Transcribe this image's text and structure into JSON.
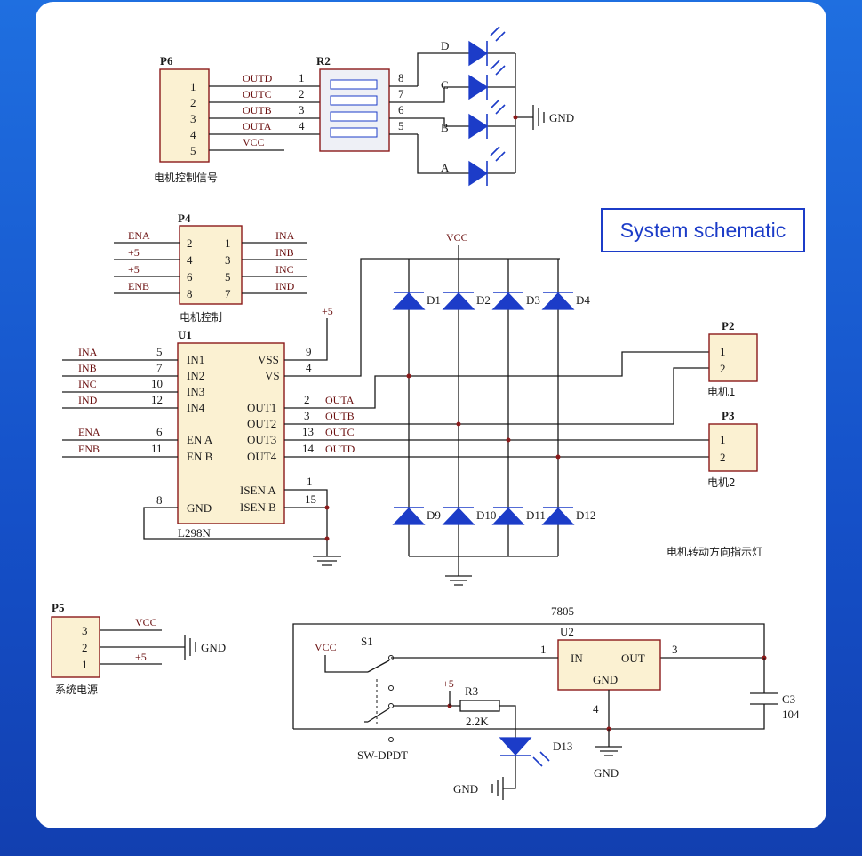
{
  "title": "System schematic",
  "colors": {
    "background": "#1a5fd6",
    "card": "#ffffff",
    "diode": "#1c3cc8",
    "component_fill": "#fbf1d2"
  },
  "p6": {
    "ref": "P6",
    "pins": [
      "1",
      "2",
      "3",
      "4",
      "5"
    ],
    "nets": [
      "OUTD",
      "OUTC",
      "OUTB",
      "OUTA",
      "VCC"
    ],
    "label": "电机控制信号"
  },
  "r2": {
    "ref": "R2",
    "left_pins": [
      "1",
      "2",
      "3",
      "4"
    ],
    "right_pins": [
      "8",
      "7",
      "6",
      "5"
    ]
  },
  "leds_top": {
    "labels": [
      "D",
      "C",
      "B",
      "A"
    ],
    "gnd": "GND"
  },
  "p4": {
    "ref": "P4",
    "left_nets": [
      "ENA",
      "+5",
      "+5",
      "ENB"
    ],
    "left_pins": [
      "2",
      "4",
      "6",
      "8"
    ],
    "right_pins": [
      "1",
      "3",
      "5",
      "7"
    ],
    "right_nets": [
      "INA",
      "INB",
      "INC",
      "IND"
    ],
    "label": "电机控制"
  },
  "vcc_label": "VCC",
  "plus5": "+5",
  "u1": {
    "ref": "U1",
    "part": "L298N",
    "in_nets": [
      "INA",
      "INB",
      "INC",
      "IND"
    ],
    "in_pins": [
      "5",
      "7",
      "10",
      "12"
    ],
    "in_labels": [
      "IN1",
      "IN2",
      "IN3",
      "IN4"
    ],
    "en_nets": [
      "ENA",
      "ENB"
    ],
    "en_pins": [
      "6",
      "11"
    ],
    "en_labels": [
      "EN A",
      "EN B"
    ],
    "gnd_pin": "8",
    "gnd_label": "GND",
    "vss_pin": "9",
    "vss_label": "VSS",
    "vs_pin": "4",
    "vs_label": "VS",
    "out_pins": [
      "2",
      "3",
      "13",
      "14"
    ],
    "out_labels": [
      "OUT1",
      "OUT2",
      "OUT3",
      "OUT4"
    ],
    "out_nets": [
      "OUTA",
      "OUTB",
      "OUTC",
      "OUTD"
    ],
    "isen_pins": [
      "1",
      "15"
    ],
    "isen_labels": [
      "ISEN A",
      "ISEN B"
    ]
  },
  "diodes_top": [
    "D1",
    "D2",
    "D3",
    "D4"
  ],
  "diodes_bottom": [
    "D9",
    "D10",
    "D11",
    "D12"
  ],
  "p2": {
    "ref": "P2",
    "pins": [
      "1",
      "2"
    ],
    "label": "电机1"
  },
  "p3": {
    "ref": "P3",
    "pins": [
      "1",
      "2"
    ],
    "label": "电机2"
  },
  "indicator_label": "电机转动方向指示灯",
  "p5": {
    "ref": "P5",
    "pins": [
      "3",
      "2",
      "1"
    ],
    "nets": [
      "VCC",
      "",
      "+5"
    ],
    "gnd": "GND",
    "label": "系统电源"
  },
  "psu": {
    "regulator_name": "7805",
    "u2": "U2",
    "in_label": "IN",
    "out_label": "OUT",
    "gnd_label": "GND",
    "pin_in": "1",
    "pin_out": "3",
    "pin_gnd": "4",
    "s1": "S1",
    "switch": "SW-DPDT",
    "vcc": "VCC",
    "plus5": "+5",
    "r3": "R3",
    "r3_value": "2.2K",
    "c3": "C3",
    "c3_value": "104",
    "d13": "D13",
    "gnd1": "GND",
    "gnd2": "GND"
  }
}
